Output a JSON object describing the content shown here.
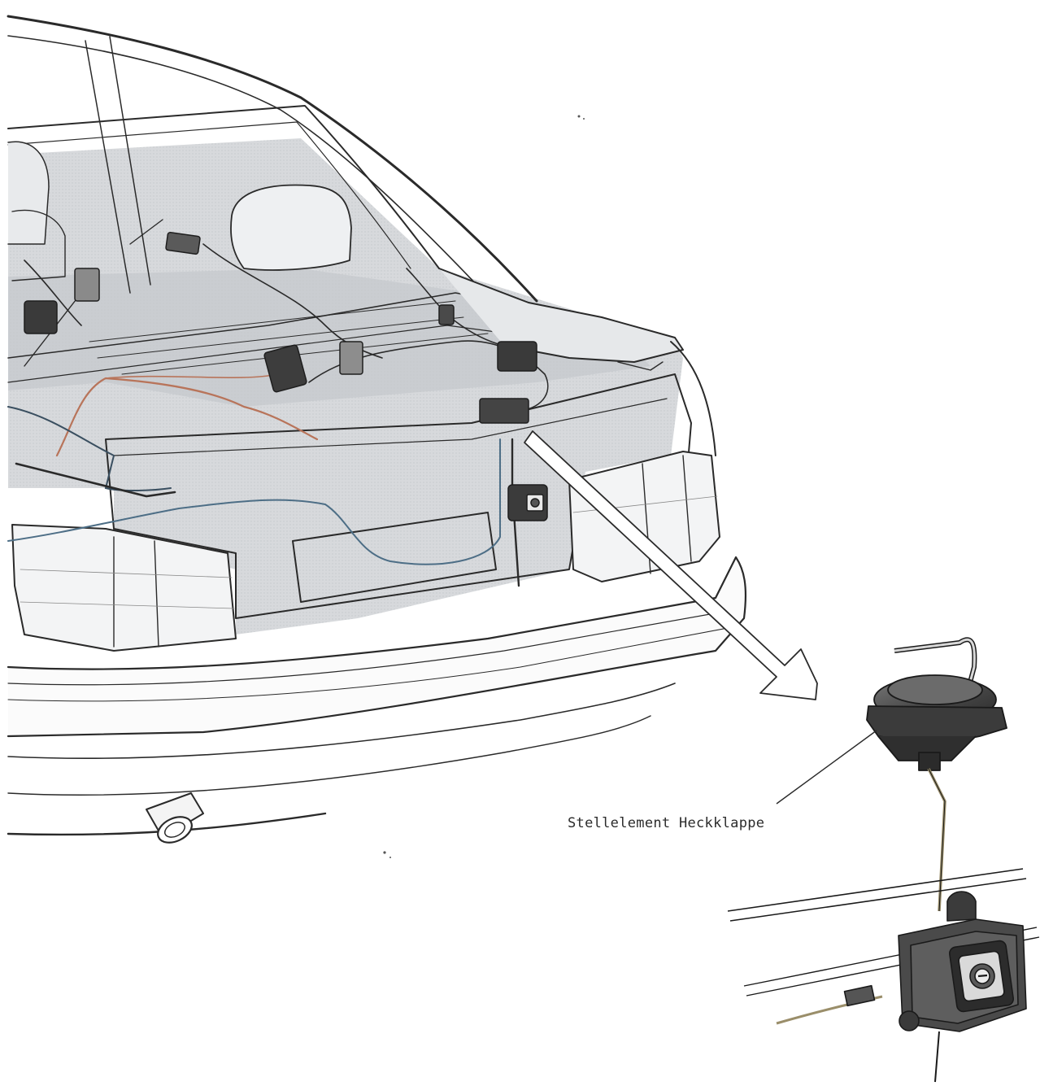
{
  "callout": {
    "label": "Stellelement Heckklappe"
  },
  "colors": {
    "line": "#2a2a2a",
    "tint": "#c9ccd0",
    "tint_light": "#dfe2e5",
    "wire_red": "#b8745a",
    "wire_blue": "#4d6e86",
    "component": "#3a3a3a"
  },
  "icons": {
    "arrow": "callout-arrow",
    "actuator": "tailgate-actuator",
    "lock": "lock-cylinder"
  }
}
